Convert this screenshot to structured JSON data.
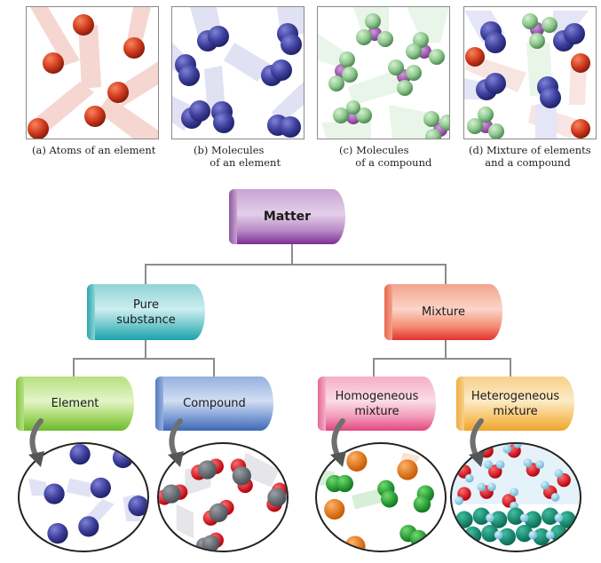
{
  "panels": [
    {
      "id": "a",
      "caption": "(a) Atoms of an element",
      "ball_color": "#d13a1e"
    },
    {
      "id": "b",
      "caption": "(b) Molecules\n     of an element",
      "ball_color": "#3d3f9c"
    },
    {
      "id": "c",
      "caption": "(c) Molecules\n     of a compound",
      "ball_color": "#8fc98f",
      "center_color": "#9a4fa8"
    },
    {
      "id": "d",
      "caption": "(d) Mixture of elements\n     and a compound",
      "ball_color": "#3d3f9c"
    }
  ],
  "tree": {
    "root": {
      "label": "Matter",
      "color": "#b98bc6"
    },
    "level1": [
      {
        "label": "Pure\nsubstance",
        "color": "#5fc2c7"
      },
      {
        "label": "Mixture",
        "color": "#f48f76"
      }
    ],
    "level2": [
      {
        "label": "Element",
        "color": "#a6d86a"
      },
      {
        "label": "Compound",
        "color": "#7f9fd6"
      },
      {
        "label": "Homogeneous\nmixture",
        "color": "#f29ab7"
      },
      {
        "label": "Heterogeneous\nmixture",
        "color": "#f7c56f"
      }
    ]
  },
  "colors": {
    "connector": "#8c8c8c",
    "red_atom": "#d13a1e",
    "blue_atom": "#3d3f9c",
    "green_atom": "#8fc98f",
    "purple_atom": "#9a4fa8"
  }
}
